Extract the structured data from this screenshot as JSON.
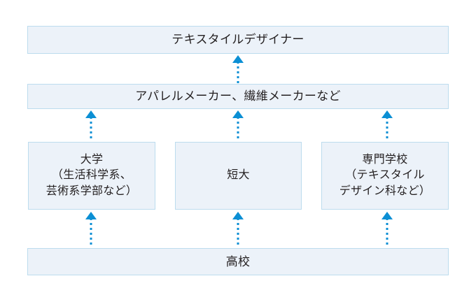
{
  "diagram": {
    "type": "flow-chart",
    "direction": "bottom-to-top",
    "title": "",
    "accent_color": "#0b8fd4",
    "node_fill_color": "#ecf2f9",
    "node_border_color": "#bcdcee",
    "text_color": "#231f20",
    "nodes": [
      {
        "id": "designer",
        "label": "テキスタイルデザイナー",
        "level": 0,
        "role": "goal-occupation"
      },
      {
        "id": "makers",
        "label": "アパレルメーカー、繊維メーカーなど",
        "level": 1,
        "role": "employer"
      },
      {
        "id": "university",
        "label": "大学\n（生活科学系、\n芸術系学部など）",
        "level": 2,
        "role": "education"
      },
      {
        "id": "junior",
        "label": "短大",
        "level": 2,
        "role": "education"
      },
      {
        "id": "vocational",
        "label": "専門学校\n（テキスタイル\nデザイン科など）",
        "level": 2,
        "role": "education"
      },
      {
        "id": "highschool",
        "label": "高校",
        "level": 3,
        "role": "education"
      }
    ],
    "edges": [
      {
        "id": "makers-designer",
        "from": "makers",
        "to": "designer",
        "style": "dotted-arrow"
      },
      {
        "id": "university-makers",
        "from": "university",
        "to": "makers",
        "style": "dotted-arrow"
      },
      {
        "id": "junior-makers",
        "from": "junior",
        "to": "makers",
        "style": "dotted-arrow"
      },
      {
        "id": "vocational-makers",
        "from": "vocational",
        "to": "makers",
        "style": "dotted-arrow"
      },
      {
        "id": "highschool-university",
        "from": "highschool",
        "to": "university",
        "style": "dotted-arrow"
      },
      {
        "id": "highschool-junior",
        "from": "highschool",
        "to": "junior",
        "style": "dotted-arrow"
      },
      {
        "id": "highschool-vocational",
        "from": "highschool",
        "to": "vocational",
        "style": "dotted-arrow"
      }
    ]
  }
}
